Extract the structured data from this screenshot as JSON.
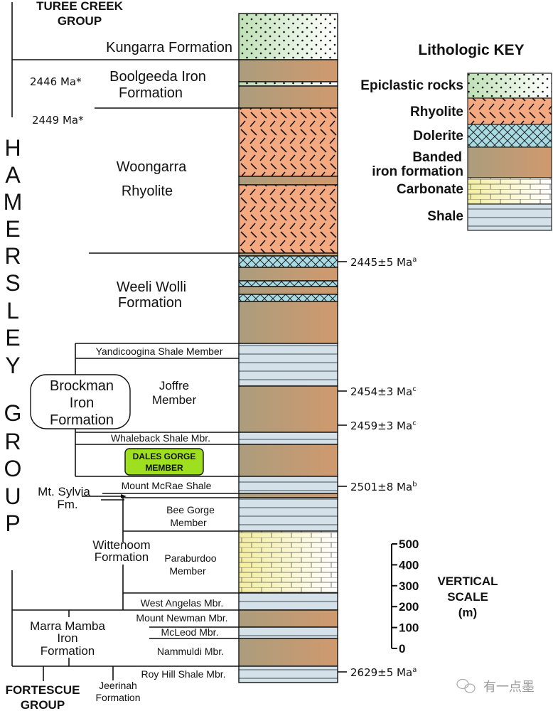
{
  "title": "Hamersley Group stratigraphic column",
  "colors": {
    "epiclastic": "#c9e6c0",
    "rhyolite": "#f3a57e",
    "dolerite": "#a9dbe3",
    "bif_left": "#ab9d7d",
    "bif_right": "#cf9a70",
    "carbonate": "#f5f0b0",
    "shale": "#d3e0e8",
    "dales_gorge_badge": "#9ee020"
  },
  "groups": {
    "turee_creek": "TUREE CREEK GROUP",
    "turee_creek_line1": "TUREE CREEK",
    "turee_creek_line2": "GROUP",
    "hamersley_letters": [
      "H",
      "A",
      "M",
      "E",
      "R",
      "S",
      "L",
      "E",
      "Y",
      "G",
      "R",
      "O",
      "U",
      "P"
    ],
    "fortescue_line1": "FORTESCUE",
    "fortescue_line2": "GROUP"
  },
  "formations": {
    "kungarra": "Kungarra Formation",
    "boolgeeda_1": "Boolgeeda Iron",
    "boolgeeda_2": "Formation",
    "woongarra_1": "Woongarra",
    "woongarra_2": "Rhyolite",
    "weeli_wolli_1": "Weeli Wolli",
    "weeli_wolli_2": "Formation",
    "brockman_1": "Brockman",
    "brockman_2": "Iron",
    "brockman_3": "Formation",
    "mt_sylvia_1": "Mt. Sylvia",
    "mt_sylvia_2": "Fm.",
    "wittenoom_1": "Wittenoom",
    "wittenoom_2": "Formation",
    "marra_mamba_1": "Marra Mamba",
    "marra_mamba_2": "Iron",
    "marra_mamba_3": "Formation",
    "jeerinah_1": "Jeerinah",
    "jeerinah_2": "Formation"
  },
  "members": {
    "yandicoogina": "Yandicoogina Shale Member",
    "joffre_1": "Joffre",
    "joffre_2": "Member",
    "whaleback": "Whaleback Shale Mbr.",
    "dales_gorge_1": "DALES GORGE",
    "dales_gorge_2": "MEMBER",
    "mount_mcrae": "Mount McRae Shale",
    "bee_gorge_1": "Bee Gorge",
    "bee_gorge_2": "Member",
    "paraburdoo_1": "Paraburdoo",
    "paraburdoo_2": "Member",
    "west_angelas": "West Angelas Mbr.",
    "mount_newman": "Mount Newman Mbr.",
    "mcleod": "McLeod Mbr.",
    "nammuldi": "Nammuldi Mbr.",
    "roy_hill": "Roy Hill Shale Mbr."
  },
  "ages_left": {
    "boolgeeda_top": "2446 Ma*",
    "boolgeeda_base": "2449 Ma*"
  },
  "ages_right": [
    {
      "value": "2445±5 Ma",
      "sup": "a"
    },
    {
      "value": "2454±3 Ma",
      "sup": "c"
    },
    {
      "value": "2459±3 Ma",
      "sup": "c"
    },
    {
      "value": "2501±8 Ma",
      "sup": "b"
    },
    {
      "value": "2629±5 Ma",
      "sup": "a"
    }
  ],
  "column_layers": [
    {
      "unit": "Kungarra Formation",
      "lithology": "epiclastic"
    },
    {
      "unit": "Boolgeeda Iron Formation",
      "lithology": "bif"
    },
    {
      "unit": "Boolgeeda Iron Formation",
      "lithology": "epiclastic"
    },
    {
      "unit": "Boolgeeda Iron Formation",
      "lithology": "bif"
    },
    {
      "unit": "Woongarra Rhyolite",
      "lithology": "rhyolite"
    },
    {
      "unit": "Woongarra Rhyolite",
      "lithology": "bif"
    },
    {
      "unit": "Woongarra Rhyolite",
      "lithology": "rhyolite"
    },
    {
      "unit": "Weeli Wolli Formation",
      "lithology": "bif"
    },
    {
      "unit": "Weeli Wolli Formation",
      "lithology": "dolerite"
    },
    {
      "unit": "Weeli Wolli Formation",
      "lithology": "bif"
    },
    {
      "unit": "Weeli Wolli Formation",
      "lithology": "dolerite"
    },
    {
      "unit": "Weeli Wolli Formation",
      "lithology": "bif"
    },
    {
      "unit": "Weeli Wolli Formation",
      "lithology": "dolerite"
    },
    {
      "unit": "Weeli Wolli Formation",
      "lithology": "bif"
    },
    {
      "unit": "Yandicoogina Shale Member",
      "lithology": "shale"
    },
    {
      "unit": "Joffre Member",
      "lithology": "bif"
    },
    {
      "unit": "Whaleback Shale Mbr.",
      "lithology": "shale"
    },
    {
      "unit": "Dales Gorge Member",
      "lithology": "bif"
    },
    {
      "unit": "Mount McRae Shale",
      "lithology": "shale"
    },
    {
      "unit": "Mt. Sylvia Fm.",
      "lithology": "bif"
    },
    {
      "unit": "Bee Gorge Member",
      "lithology": "shale"
    },
    {
      "unit": "Paraburdoo Member",
      "lithology": "carbonate"
    },
    {
      "unit": "West Angelas Mbr.",
      "lithology": "shale"
    },
    {
      "unit": "Mount Newman Mbr.",
      "lithology": "bif"
    },
    {
      "unit": "McLeod Mbr.",
      "lithology": "shale"
    },
    {
      "unit": "Nammuldi Mbr.",
      "lithology": "bif"
    },
    {
      "unit": "Roy Hill Shale Mbr.",
      "lithology": "shale"
    }
  ],
  "key": {
    "title": "Lithologic KEY",
    "items": [
      {
        "label": "Epiclastic rocks",
        "lithology": "epiclastic"
      },
      {
        "label": "Rhyolite",
        "lithology": "rhyolite"
      },
      {
        "label": "Dolerite",
        "lithology": "dolerite"
      },
      {
        "label_line1": "Banded",
        "label": "iron formation",
        "lithology": "bif"
      },
      {
        "label": "Carbonate",
        "lithology": "carbonate"
      },
      {
        "label": "Shale",
        "lithology": "shale"
      }
    ]
  },
  "scale": {
    "title_1": "VERTICAL",
    "title_2": "SCALE",
    "unit": "(m)",
    "ticks": [
      "500",
      "400",
      "300",
      "200",
      "100",
      "0"
    ]
  },
  "watermark": "有一点墨"
}
